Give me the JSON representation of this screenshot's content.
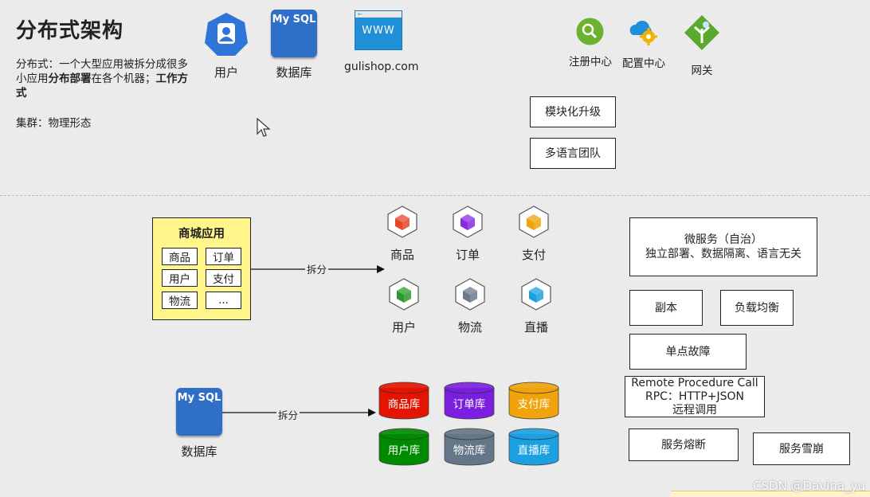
{
  "title": "分布式架构",
  "desc_a": "分布式：一个大型应用被拆分成很多小应用",
  "desc_b": "分布部署",
  "desc_c": "在各个机器；",
  "desc_d": "工作方式",
  "cluster": "集群：物理形态",
  "icons": {
    "user": "用户",
    "db": "数据库",
    "mysql": "My SQL",
    "site": "gulishop.com",
    "www": "WWW",
    "registry": "注册中心",
    "config": "配置中心",
    "gateway": "网关"
  },
  "boxes": {
    "modular": "模块化升级",
    "multilang": "多语言团队",
    "micro_line1": "微服务（自治）",
    "micro_line2": "独立部署、数据隔离、语言无关",
    "replica": "副本",
    "lb": "负载均衡",
    "spof": "单点故障",
    "rpc_line1": "Remote Procedure Call",
    "rpc_line2": "RPC：HTTP+JSON",
    "rpc_line3": "远程调用",
    "breaker": "服务熔断",
    "avalanche": "服务雪崩"
  },
  "mall": {
    "title": "商城应用",
    "cells": [
      "商品",
      "订单",
      "用户",
      "支付",
      "物流",
      "..."
    ]
  },
  "split_label": "拆分",
  "services": [
    "商品",
    "订单",
    "支付",
    "用户",
    "物流",
    "直播"
  ],
  "service_colors": [
    "#e8452c",
    "#8a2be2",
    "#f0a30a",
    "#2e9a2e",
    "#6b7b8c",
    "#1ba1e2"
  ],
  "db_bottom": {
    "mysql": "My SQL",
    "label": "数据库",
    "split_label": "拆分"
  },
  "databases": [
    {
      "name": "商品库",
      "color": "#e51400"
    },
    {
      "name": "订单库",
      "color": "#7a1fe0"
    },
    {
      "name": "支付库",
      "color": "#f0a30a"
    },
    {
      "name": "用户库",
      "color": "#008a00"
    },
    {
      "name": "物流库",
      "color": "#647687"
    },
    {
      "name": "直播库",
      "color": "#1ba1e2"
    }
  ],
  "watermark": "CSDN @Davina_yu"
}
